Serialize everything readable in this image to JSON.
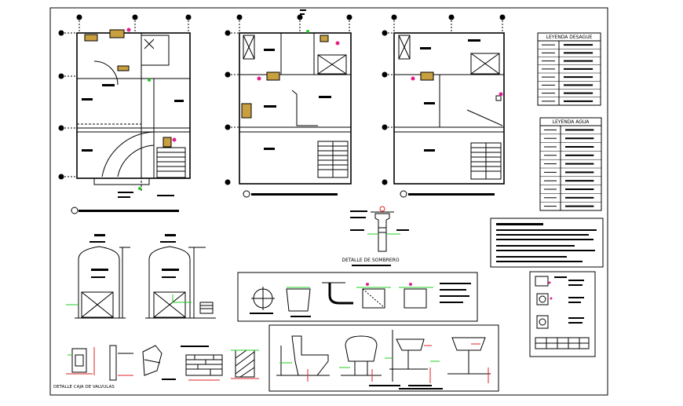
{
  "sheet": {
    "legend_drainage": {
      "title": "LEYENDA DESAGUE",
      "rows": 8
    },
    "legend_water": {
      "title": "LEYENDA AGUA",
      "rows": 10
    },
    "captions": {
      "roof_cap_detail": "DETALLE DE SOMBRERO",
      "valve_box_detail": "DETALLE CAJA DE VALVULAS"
    }
  },
  "colors": {
    "line": "#000000",
    "fixture": "#c8a040",
    "accent_magenta": "#e0208c",
    "accent_green": "#22cc22",
    "accent_red": "#e02020"
  }
}
